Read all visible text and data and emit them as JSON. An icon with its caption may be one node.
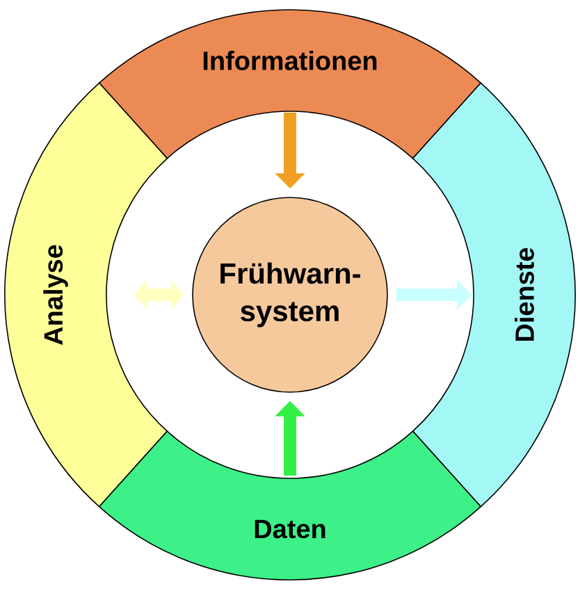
{
  "diagram": {
    "nodes": [
      {
        "text": [
          "Informationen"
        ]
      },
      {
        "text": [
          "Analyse"
        ]
      },
      {
        "text": [
          "Frühwarn-system"
        ]
      },
      {
        "text": [
          "Dienste"
        ]
      },
      {
        "text": [
          "Daten"
        ]
      }
    ],
    "edges": [
      {
        "from": 0,
        "to": 2,
        "arrow": "to",
        "color": "#f0a020"
      },
      {
        "from": 1,
        "to": 2,
        "arrow": "both",
        "color": "#ffffc0"
      },
      {
        "from": 2,
        "to": 3,
        "arrow": "to",
        "color": "#c8ffff"
      },
      {
        "from": 4,
        "to": 2,
        "arrow": "to",
        "color": "#33ee44"
      }
    ]
  }
}
